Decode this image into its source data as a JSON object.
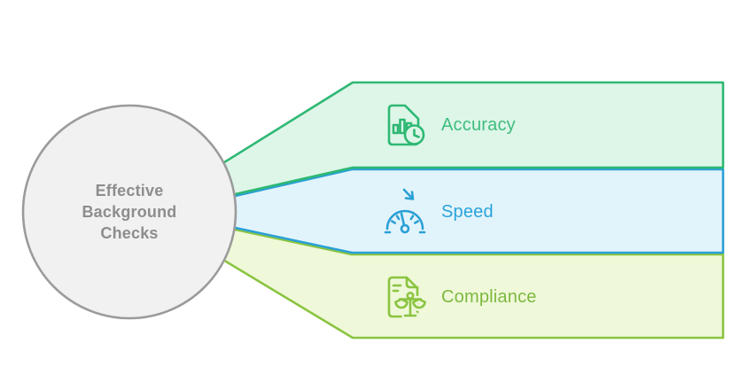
{
  "diagram": {
    "type": "hub-and-branches infographic",
    "hub": {
      "title": "Effective Background Checks"
    },
    "items": [
      {
        "id": "accuracy",
        "label": "Accuracy",
        "icon": "document-bar-chart-clock-icon",
        "accent": "#2eb873",
        "fill": "#ddf6e8",
        "text_color": "#3ebc7e"
      },
      {
        "id": "speed",
        "label": "Speed",
        "icon": "speedometer-arrow-icon",
        "accent": "#2aa0d6",
        "fill": "#e2f4fb",
        "text_color": "#2aa3da"
      },
      {
        "id": "compliance",
        "label": "Compliance",
        "icon": "document-scales-icon",
        "accent": "#8ac440",
        "fill": "#eff8d9",
        "text_color": "#7db93f"
      }
    ],
    "colors": {
      "background": "#ffffff",
      "circle_fill": "#f1f1f1",
      "circle_border": "#9b9b9b",
      "title_text": "#8d8d8d"
    }
  }
}
